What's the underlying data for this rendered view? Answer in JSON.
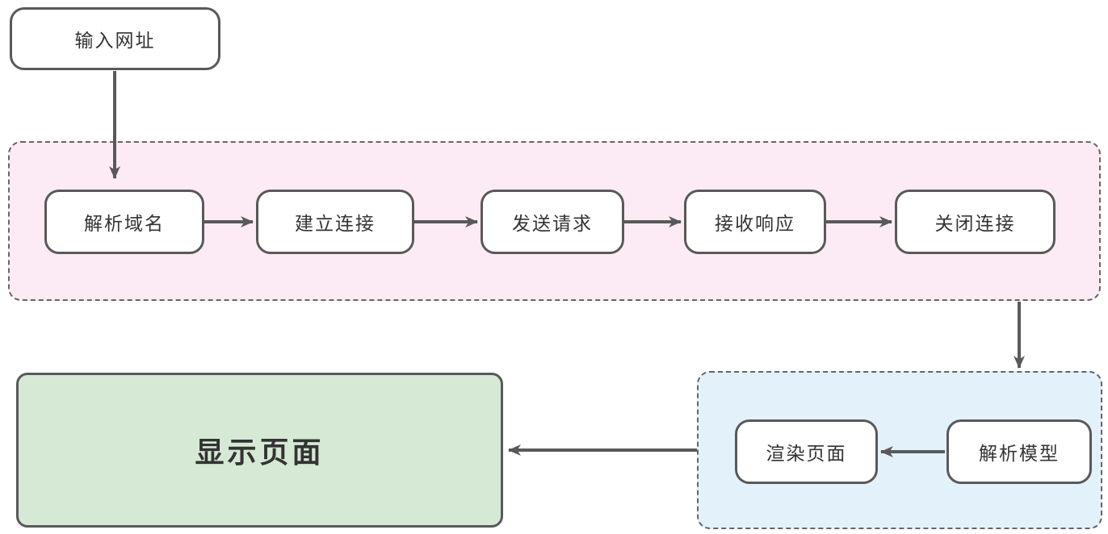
{
  "diagram": {
    "type": "flowchart",
    "nodes": {
      "input_url": {
        "label": "输入网址"
      },
      "resolve_domain": {
        "label": "解析域名"
      },
      "establish_connection": {
        "label": "建立连接"
      },
      "send_request": {
        "label": "发送请求"
      },
      "receive_response": {
        "label": "接收响应"
      },
      "close_connection": {
        "label": "关闭连接"
      },
      "parse_model": {
        "label": "解析模型"
      },
      "render_page": {
        "label": "渲染页面"
      },
      "display_page": {
        "label": "显示页面"
      }
    },
    "groups": {
      "network_phase": {
        "contains": [
          "resolve_domain",
          "establish_connection",
          "send_request",
          "receive_response",
          "close_connection"
        ]
      },
      "render_phase": {
        "contains": [
          "render_page",
          "parse_model"
        ]
      }
    },
    "edges": [
      {
        "from": "input_url",
        "to": "resolve_domain"
      },
      {
        "from": "resolve_domain",
        "to": "establish_connection"
      },
      {
        "from": "establish_connection",
        "to": "send_request"
      },
      {
        "from": "send_request",
        "to": "receive_response"
      },
      {
        "from": "receive_response",
        "to": "close_connection"
      },
      {
        "from": "network_phase",
        "to": "render_phase"
      },
      {
        "from": "parse_model",
        "to": "render_page"
      },
      {
        "from": "render_phase",
        "to": "display_page"
      }
    ],
    "colors": {
      "node_border": "#595959",
      "node_fill": "#ffffff",
      "arrow": "#595959",
      "text": "#333333",
      "network_phase_fill": "#fcebf4",
      "render_phase_fill": "#e3f1fb",
      "display_page_fill": "#d5e9d4",
      "container_border": "#666666",
      "canvas_bg": "#ffffff"
    }
  }
}
